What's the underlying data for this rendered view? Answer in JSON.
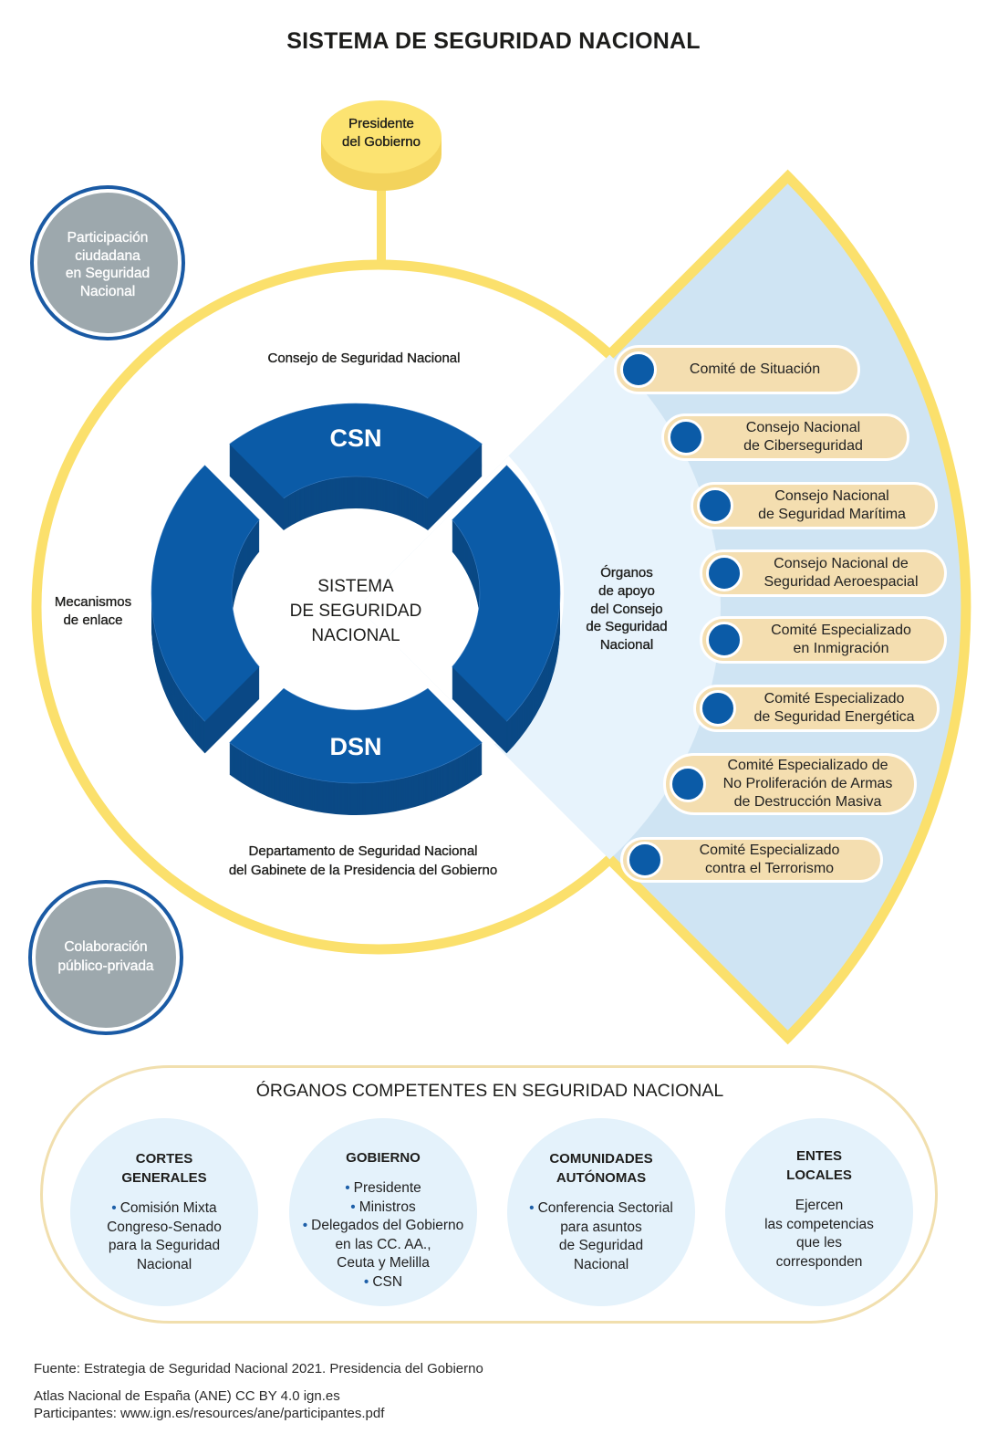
{
  "title": "SISTEMA DE SEGURIDAD NACIONAL",
  "president": {
    "lines": [
      "Presidente",
      "del Gobierno"
    ]
  },
  "citizen_participation": {
    "lines": [
      "Participación",
      "ciudadana",
      "en Seguridad",
      "Nacional"
    ]
  },
  "public_private": {
    "lines": [
      "Colaboración",
      "público-privada"
    ]
  },
  "council_label": "Consejo de Seguridad Nacional",
  "liaison_label": {
    "lines": [
      "Mecanismos",
      "de enlace"
    ]
  },
  "support_label": {
    "lines": [
      "Órganos",
      "de apoyo",
      "del Consejo",
      "de Seguridad",
      "Nacional"
    ]
  },
  "department_label": {
    "lines": [
      "Departamento de Seguridad Nacional",
      "del Gabinete de la Presidencia del Gobierno"
    ]
  },
  "ring": {
    "top": "CSN",
    "bottom": "DSN",
    "center_lines": [
      "SISTEMA",
      "DE SEGURIDAD",
      "NACIONAL"
    ]
  },
  "support_bodies": [
    {
      "lines": [
        "Comité de Situación"
      ]
    },
    {
      "lines": [
        "Consejo Nacional",
        "de Ciberseguridad"
      ]
    },
    {
      "lines": [
        "Consejo Nacional",
        "de Seguridad Marítima"
      ]
    },
    {
      "lines": [
        "Consejo Nacional de",
        "Seguridad Aeroespacial"
      ]
    },
    {
      "lines": [
        "Comité Especializado",
        "en Inmigración"
      ]
    },
    {
      "lines": [
        "Comité Especializado",
        "de Seguridad Energética"
      ]
    },
    {
      "lines": [
        "Comité Especializado de",
        "No Proliferación de Armas",
        "de Destrucción Masiva"
      ]
    },
    {
      "lines": [
        "Comité Especializado",
        "contra el Terrorismo"
      ]
    }
  ],
  "competent_bodies": {
    "title": "ÓRGANOS COMPETENTES EN SEGURIDAD NACIONAL",
    "groups": [
      {
        "heading": [
          "CORTES",
          "GENERALES"
        ],
        "items": [
          {
            "bullet": "•",
            "text": "Comisión Mixta"
          },
          {
            "text": "Congreso-Senado"
          },
          {
            "text": "para la Seguridad"
          },
          {
            "text": "Nacional"
          }
        ]
      },
      {
        "heading": [
          "GOBIERNO"
        ],
        "items": [
          {
            "bullet": "•",
            "text": "Presidente"
          },
          {
            "bullet": "•",
            "text": "Ministros"
          },
          {
            "bullet": "•",
            "text": "Delegados del Gobierno"
          },
          {
            "text": "en las CC. AA.,"
          },
          {
            "text": "Ceuta y Melilla"
          },
          {
            "bullet": "•",
            "text": "CSN"
          }
        ]
      },
      {
        "heading": [
          "COMUNIDADES",
          "AUTÓNOMAS"
        ],
        "items": [
          {
            "bullet": "•",
            "text": "Conferencia Sectorial"
          },
          {
            "text": "para asuntos"
          },
          {
            "text": "de Seguridad"
          },
          {
            "text": "Nacional"
          }
        ]
      },
      {
        "heading": [
          "ENTES",
          "LOCALES"
        ],
        "items": [
          {
            "text": "Ejercen"
          },
          {
            "text": "las competencias"
          },
          {
            "text": "que les"
          },
          {
            "text": "corresponden"
          }
        ]
      }
    ]
  },
  "footer": {
    "source": "Fuente: Estrategia de Seguridad Nacional 2021. Presidencia del Gobierno",
    "license": "Atlas Nacional de España (ANE) CC BY 4.0 ign.es",
    "participants": "Participantes: www.ign.es/resources/ane/participantes.pdf"
  },
  "colors": {
    "yellow": "#fbe06c",
    "coin_top": "#fce371",
    "coin_side": "#f3d35c",
    "ring_blue": "#0b5ba7",
    "ring_side": "#0a4985",
    "ring_outline": "#1a5aa4",
    "gray_circle": "#9da8ad",
    "sector_outer": "#cfe4f3",
    "sector_inner": "#e7f3fc",
    "pill_fill": "#f4deb0",
    "circle_light": "#e4f2fb",
    "frame": "#f1dfae",
    "bullet": "#1d5fa8"
  }
}
